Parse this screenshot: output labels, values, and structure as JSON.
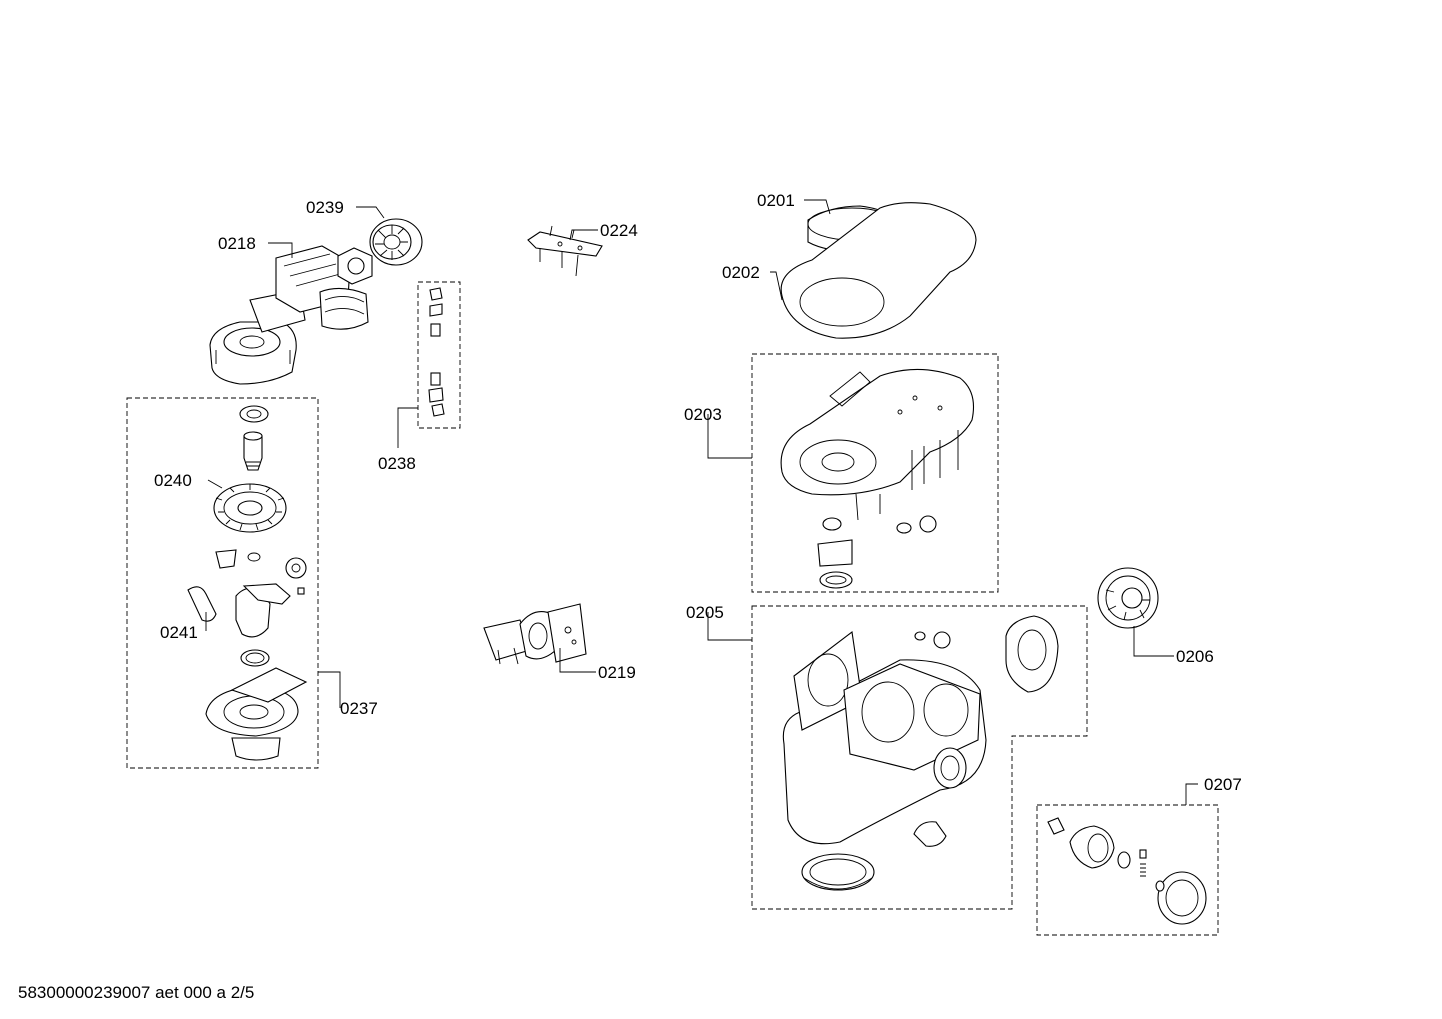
{
  "callouts": {
    "c0201": "0201",
    "c0202": "0202",
    "c0203": "0203",
    "c0205": "0205",
    "c0206": "0206",
    "c0207": "0207",
    "c0218": "0218",
    "c0219": "0219",
    "c0224": "0224",
    "c0237": "0237",
    "c0238": "0238",
    "c0239": "0239",
    "c0240": "0240",
    "c0241": "0241"
  },
  "footer": "58300000239007 aet 000 a 2/5"
}
